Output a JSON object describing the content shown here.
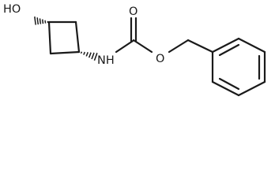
{
  "molecule": {
    "atoms": {
      "hydroxyl": "HO",
      "amine": "NH",
      "carbonyl_oxygen": "O",
      "ester_oxygen": "O"
    }
  }
}
